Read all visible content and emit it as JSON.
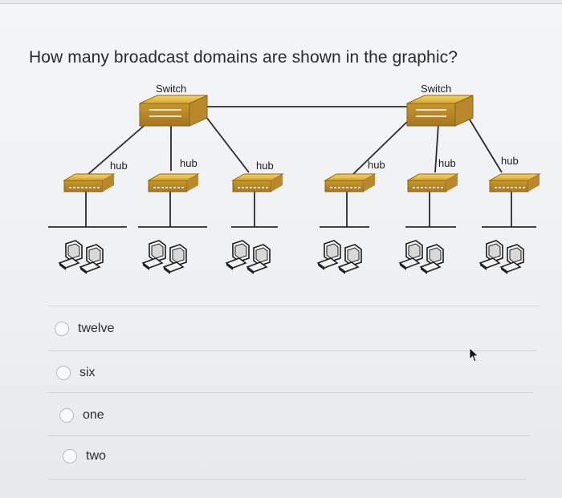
{
  "question": {
    "text": "How many broadcast domains are shown in the graphic?"
  },
  "diagram": {
    "switch_labels": [
      "Switch",
      "Switch"
    ],
    "hub_labels": [
      "hub",
      "hub",
      "hub",
      "hub",
      "hub",
      "hub"
    ],
    "device_color": "#d9b040",
    "pc_color": "#f2f2f2"
  },
  "options": [
    {
      "label": "twelve",
      "selected": false
    },
    {
      "label": "six",
      "selected": false
    },
    {
      "label": "one",
      "selected": false
    },
    {
      "label": "two",
      "selected": false
    }
  ]
}
